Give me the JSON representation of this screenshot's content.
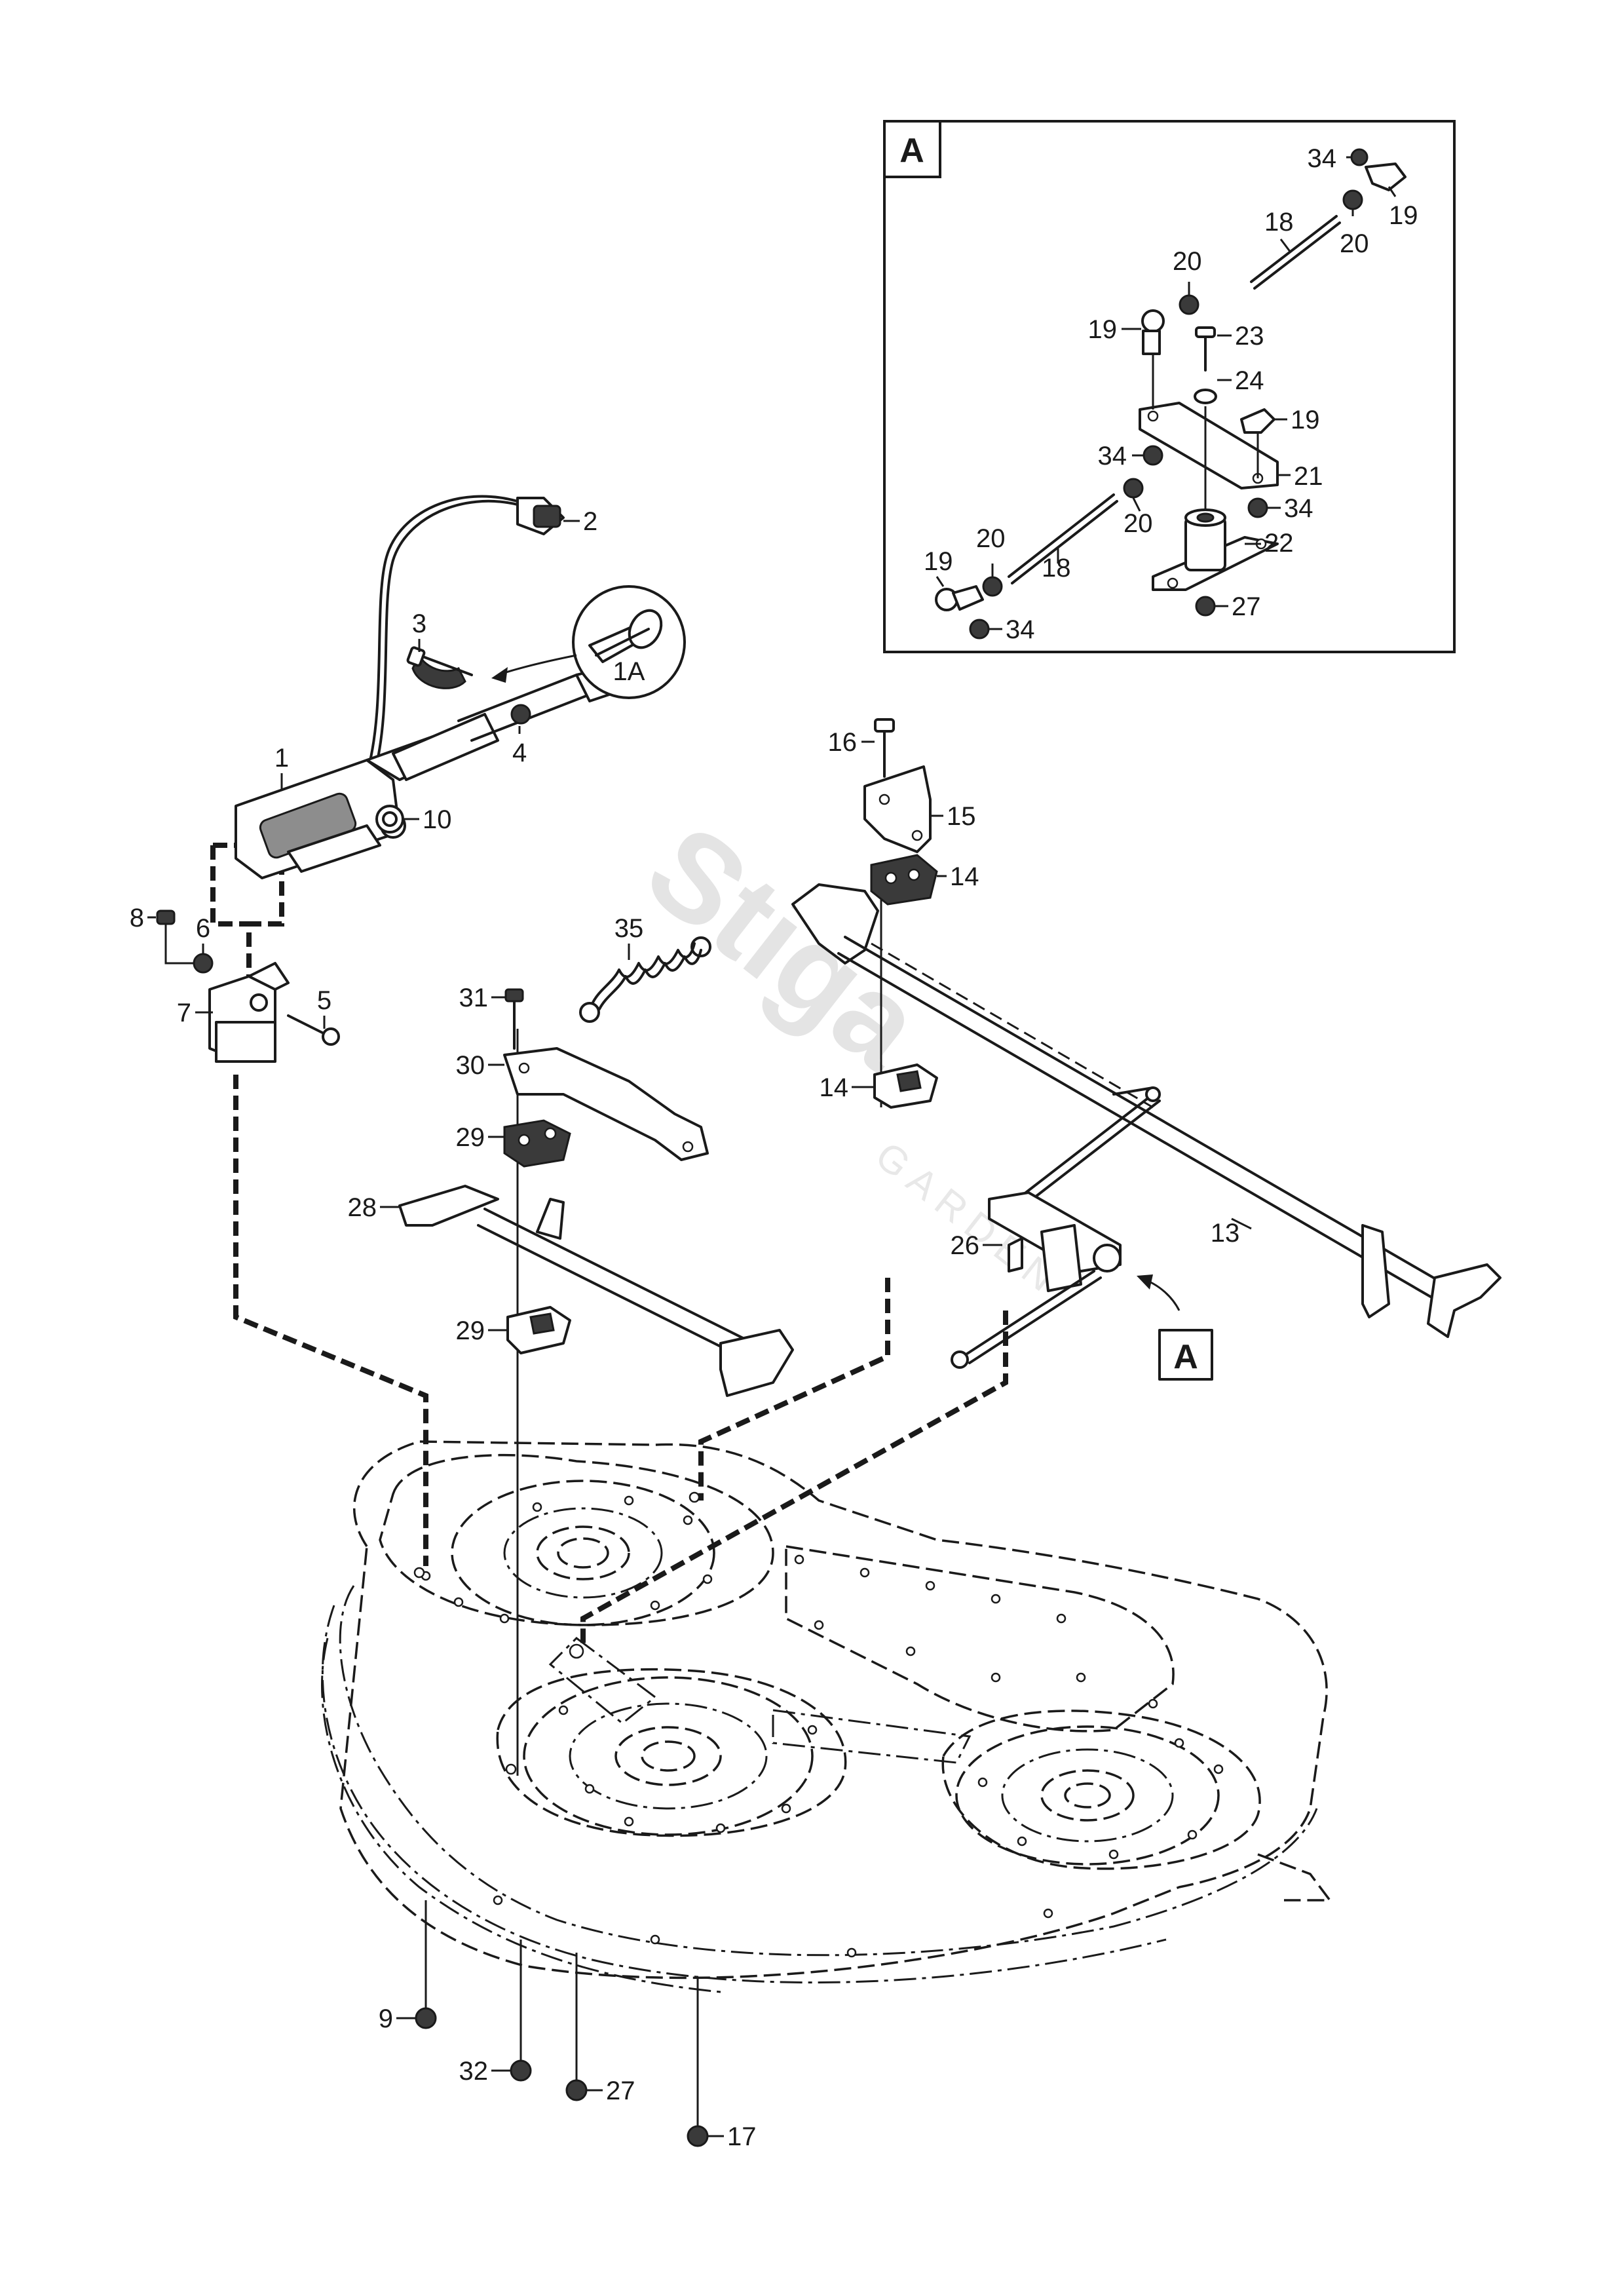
{
  "watermark": {
    "brand": "Stiga",
    "sub": "GARDEN"
  },
  "detail_box": {
    "label": "A"
  },
  "detail_pointer": {
    "label": "A"
  },
  "detail_callouts": {
    "c34a": "34",
    "c19a": "19",
    "c18a": "18",
    "c20a": "20",
    "c20b": "20",
    "c19b": "19",
    "c23": "23",
    "c24": "24",
    "c19c": "19",
    "c34b": "34",
    "c21": "21",
    "c20c": "20",
    "c34c": "34",
    "c22": "22",
    "c20d": "20",
    "c18b": "18",
    "c19d": "19",
    "c27a": "27",
    "c34d": "34"
  },
  "callouts": {
    "c2": "2",
    "c3": "3",
    "c1A": "1A",
    "c4": "4",
    "c1": "1",
    "c10": "10",
    "c8": "8",
    "c6": "6",
    "c5": "5",
    "c7": "7",
    "c16": "16",
    "c15": "15",
    "c14a": "14",
    "c35": "35",
    "c31": "31",
    "c30": "30",
    "c14b": "14",
    "c29a": "29",
    "c28": "28",
    "c26": "26",
    "c13": "13",
    "c29b": "29",
    "c9": "9",
    "c32": "32",
    "c27b": "27",
    "c17": "17"
  }
}
